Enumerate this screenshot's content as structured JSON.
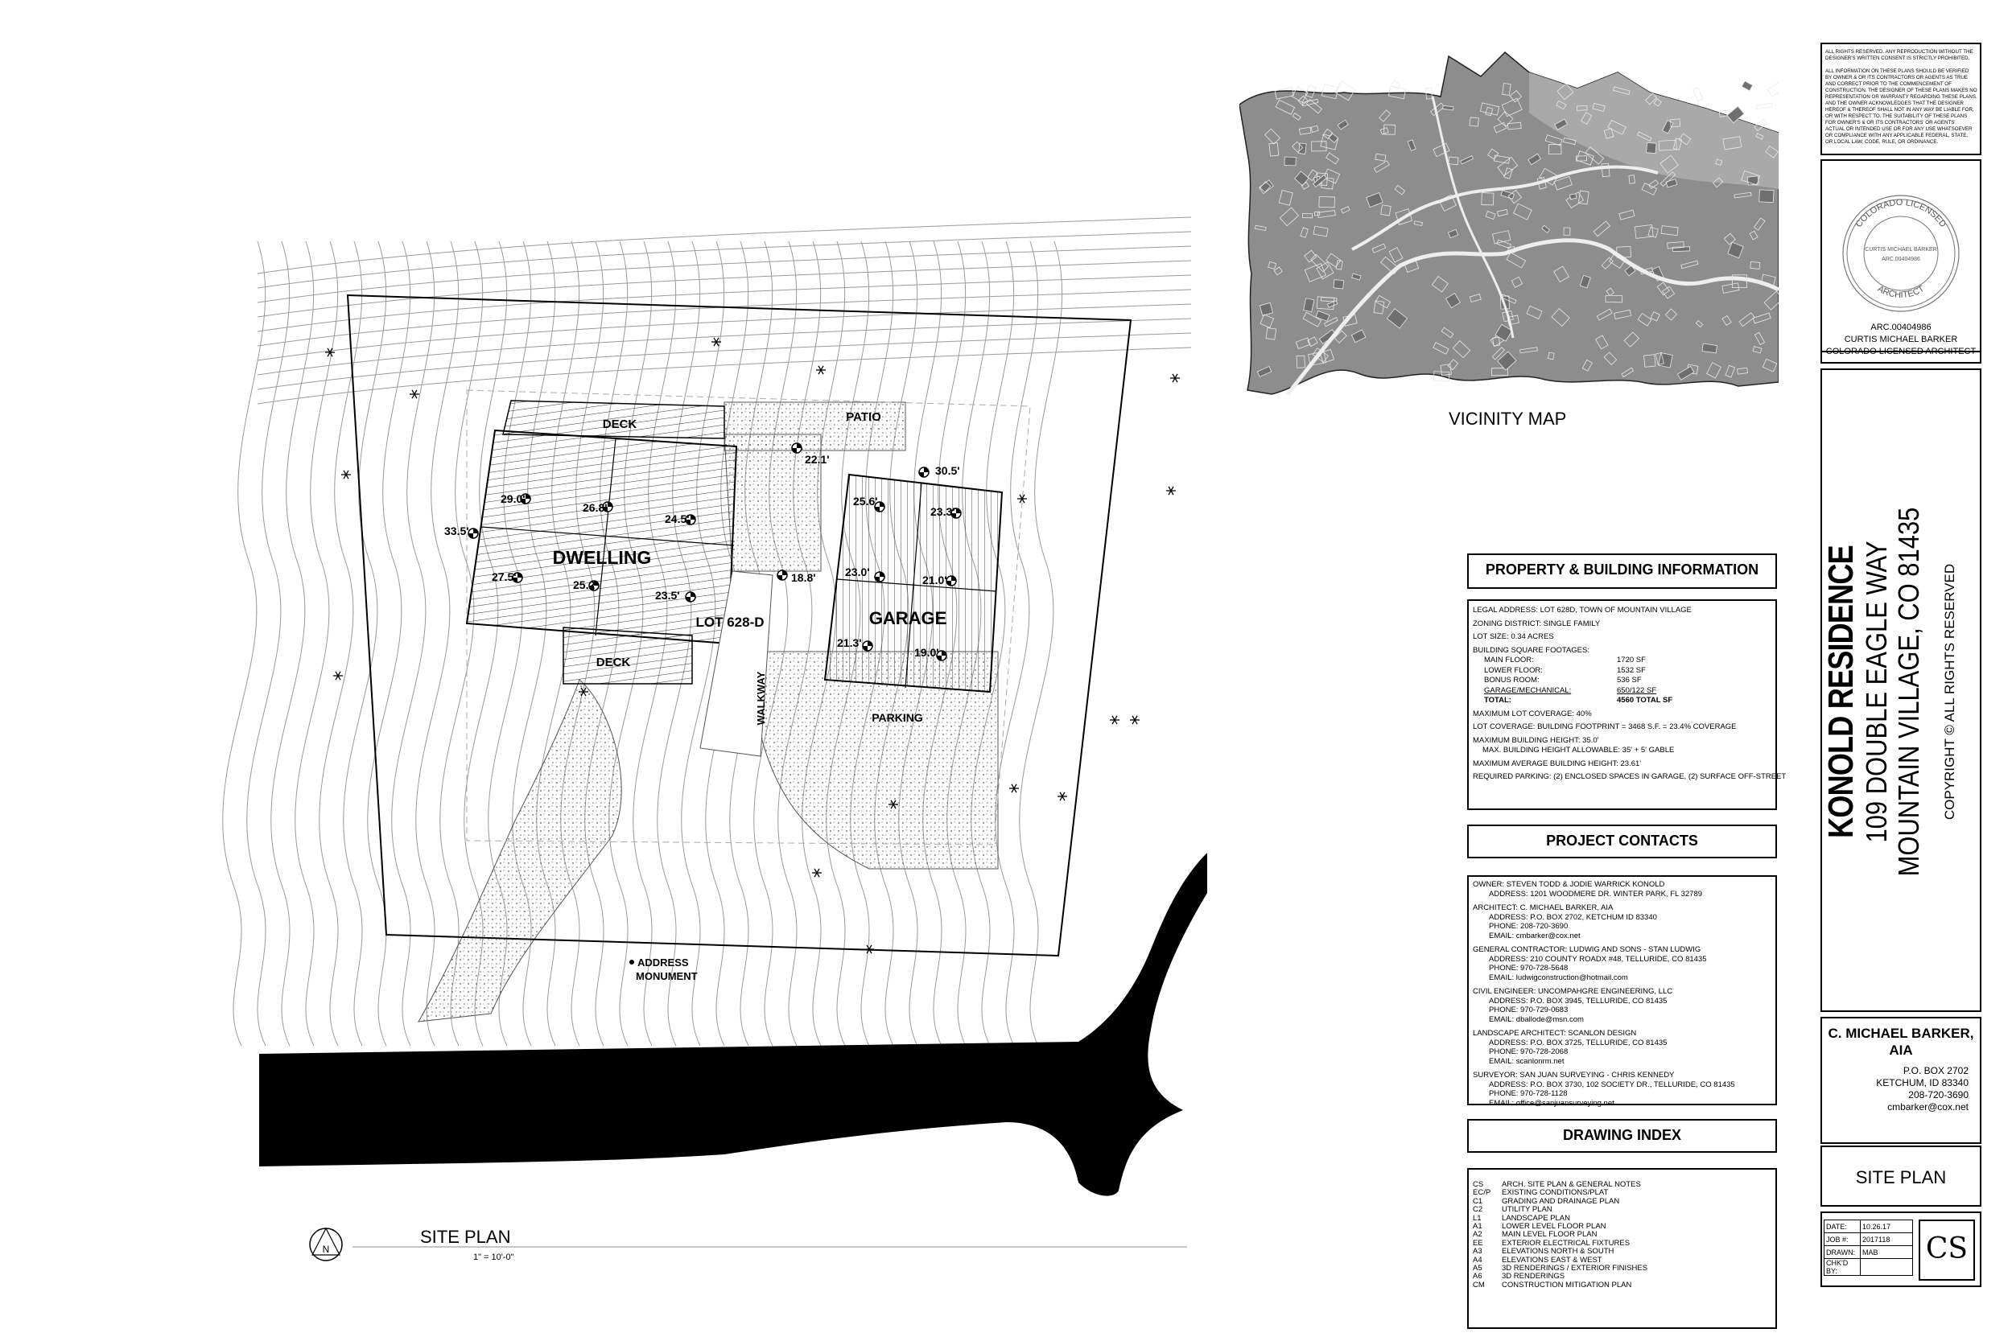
{
  "site_plan": {
    "labels": {
      "deck_top": "DECK",
      "deck_bottom": "DECK",
      "patio": "PATIO",
      "dwelling": "DWELLING",
      "garage": "GARAGE",
      "lot": "LOT 628-D",
      "walkway": "WALKWAY",
      "parking": "PARKING",
      "address_monument_1": "ADDRESS",
      "address_monument_2": "MONUMENT"
    },
    "heights": [
      "22.1'",
      "30.5'",
      "29.0'",
      "26.8'",
      "24.5'",
      "25.6'",
      "23.3'",
      "33.5'",
      "27.5'",
      "25.2'",
      "23.5'",
      "18.8'",
      "23.0'",
      "21.0'",
      "21.3'",
      "19.0'"
    ],
    "title": "SITE PLAN",
    "scale": "1\" = 10'-0\"",
    "north": "N"
  },
  "vicinity_map": {
    "title": "VICINITY MAP"
  },
  "property_info": {
    "header": "PROPERTY & BUILDING INFORMATION",
    "legal_address": "LEGAL ADDRESS:  LOT 628D,  TOWN OF MOUNTAIN VILLAGE",
    "zoning": "ZONING DISTRICT:  SINGLE FAMILY",
    "lot_size": "LOT SIZE:  0.34 ACRES",
    "sq_header": "BUILDING SQUARE FOOTAGES:",
    "sq_rows": [
      {
        "label": "MAIN FLOOR:",
        "value": "1720 SF"
      },
      {
        "label": "LOWER FLOOR:",
        "value": "1532 SF"
      },
      {
        "label": "BONUS ROOM:",
        "value": "536 SF"
      },
      {
        "label": "GARAGE/MECHANICAL:",
        "value": "650/122 SF"
      },
      {
        "label": "TOTAL:",
        "value": "4560 TOTAL SF"
      }
    ],
    "max_coverage": "MAXIMUM LOT COVERAGE:  40%",
    "lot_coverage": "LOT COVERAGE:  BUILDING FOOTPRINT = 3468 S.F. = 23.4% COVERAGE",
    "max_height": "MAXIMUM BUILDING HEIGHT:  35.0'",
    "max_height_allow": "MAX. BUILDING HEIGHT ALLOWABLE:  35' + 5' GABLE",
    "max_avg_height": "MAXIMUM AVERAGE BUILDING HEIGHT:     23.61'",
    "parking": "REQUIRED PARKING: (2) ENCLOSED SPACES IN GARAGE, (2) SURFACE OFF-STREET"
  },
  "project_contacts": {
    "header": "PROJECT CONTACTS",
    "groups": [
      {
        "role": "OWNER:  STEVEN TODD & JODIE WARRICK KONOLD",
        "lines": [
          "ADDRESS:  1201 WOODMERE DR. WINTER PARK, FL  32789"
        ]
      },
      {
        "role": "ARCHITECT:       C. MICHAEL BARKER, AIA",
        "lines": [
          "ADDRESS: P.O. BOX 2702, KETCHUM ID 83340",
          "PHONE: 208-720-3690",
          "EMAIL:  cmbarker@cox.net"
        ]
      },
      {
        "role": "GENERAL CONTRACTOR:  LUDWIG AND SONS - STAN LUDWIG",
        "lines": [
          "ADDRESS: 210 COUNTY ROADX #48, TELLURIDE, CO 81435",
          "PHONE: 970-728-5648",
          "EMAIL:  ludwigconstruction@hotmail.com"
        ]
      },
      {
        "role": "CIVIL ENGINEER:    UNCOMPAHGRE ENGINEERING, LLC",
        "lines": [
          "ADDRESS:  P.O. BOX 3945, TELLURIDE, CO 81435",
          "PHONE: 970-729-0683",
          "EMAIL:  dballode@msn.com"
        ]
      },
      {
        "role": "LANDSCAPE ARCHITECT:   SCANLON DESIGN",
        "lines": [
          "ADDRESS: P.O. BOX 3725, TELLURIDE, CO 81435",
          "PHONE: 970-728-2068",
          "EMAIL:  scanlonrm.net"
        ]
      },
      {
        "role": "SURVEYOR:      SAN JUAN SURVEYING - CHRIS KENNEDY",
        "lines": [
          "ADDRESS: P.O. BOX 3730, 102 SOCIETY DR., TELLURIDE, CO 81435",
          "PHONE: 970-728-1128",
          "EMAIL:  office@sanjuansurveying.net"
        ]
      }
    ]
  },
  "drawing_index": {
    "header": "DRAWING INDEX",
    "rows": [
      {
        "code": "CS",
        "desc": "ARCH. SITE PLAN & GENERAL NOTES"
      },
      {
        "code": "EC/P",
        "desc": "EXISTING CONDITIONS/PLAT"
      },
      {
        "code": "C1",
        "desc": "GRADING AND DRAINAGE PLAN"
      },
      {
        "code": "C2",
        "desc": "UTILITY PLAN"
      },
      {
        "code": "L1",
        "desc": "LANDSCAPE PLAN"
      },
      {
        "code": "A1",
        "desc": "LOWER LEVEL FLOOR PLAN"
      },
      {
        "code": "A2",
        "desc": "MAIN LEVEL FLOOR PLAN"
      },
      {
        "code": "EE",
        "desc": "EXTERIOR ELECTRICAL FIXTURES"
      },
      {
        "code": "A3",
        "desc": "ELEVATIONS NORTH & SOUTH"
      },
      {
        "code": "A4",
        "desc": "ELEVATIONS EAST & WEST"
      },
      {
        "code": "A5",
        "desc": "3D RENDERINGS / EXTERIOR FINISHES"
      },
      {
        "code": "A6",
        "desc": "3D RENDERINGS"
      },
      {
        "code": "CM",
        "desc": "CONSTRUCTION MITIGATION PLAN"
      }
    ]
  },
  "title_block": {
    "disclaimer": [
      "ALL RIGHTS RESERVED. ANY REPRODUCTION WITHOUT THE",
      "DESIGNER'S WRITTEN CONSENT IS STRICTLY PROHIBITED.",
      "",
      "ALL INFORMATION ON THESE PLANS SHOULD BE VERIFIED",
      "BY OWNER & OR ITS CONTRACTORS OR AGENTS AS TRUE",
      "AND CORRECT PRIOR TO THE COMMENCEMENT OF",
      "CONSTRUCTION. THE DESIGNER OF THESE PLANS MAKES NO",
      "REPRESENTATION OR WARRANTY REGARDING THESE PLANS,",
      "AND THE OWNER ACKNOWLEDGES THAT THE DESIGNER",
      "HEREOF & THEREOF SHALL NOT IN ANY WAY BE LIABLE FOR,",
      "OR WITH RESPECT TO, THE SUITABILITY OF THESE PLANS",
      "FOR OWNER'S & OR ITS CONTRACTORS' OR AGENTS'",
      "ACTUAL OR INTENDED USE OR FOR ANY USE WHATSOEVER",
      "OR COMPLIANCE WITH ANY APPLICABLE FEDERAL, STATE,",
      "OR LOCAL LAW, CODE, RULE, OR ORDINANCE."
    ],
    "seal": {
      "ring_top": "COLORADO LICENSED",
      "ring_bottom": "ARCHITECT",
      "number": "ARC.00404986",
      "name": "CURTIS MICHAEL BARKER"
    },
    "license": [
      "ARC.00404986",
      "CURTIS MICHAEL BARKER",
      "COLORADO LICENSED ARCHITECT"
    ],
    "project_name": "KONOLD RESIDENCE",
    "project_addr1": "109 DOUBLE EAGLE WAY",
    "project_addr2": "MOUNTAIN VILLAGE, CO 81435",
    "copyright": "COPYRIGHT ©  ALL RIGHTS RESERVED",
    "firm": {
      "name1": "C. MICHAEL BARKER,",
      "name2": "AIA",
      "lines": [
        "P.O. BOX 2702",
        "KETCHUM, ID 83340",
        "208-720-3690",
        "cmbarker@cox.net"
      ]
    },
    "sheet_title": "SITE PLAN",
    "info": [
      {
        "label": "DATE:",
        "value": "10.26.17"
      },
      {
        "label": "JOB #:",
        "value": "2017118"
      },
      {
        "label": "DRAWN:",
        "value": "MAB"
      },
      {
        "label": "CHK'D BY:",
        "value": ""
      }
    ],
    "sheet_number": "CS"
  }
}
